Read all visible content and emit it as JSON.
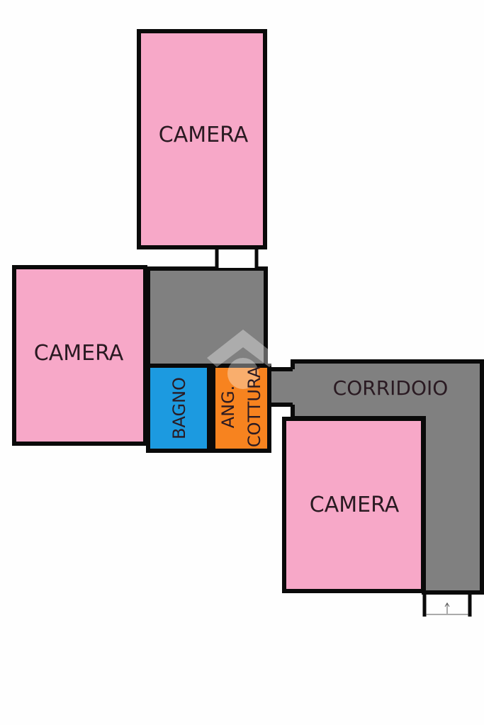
{
  "rooms": {
    "camera_top": {
      "label": "CAMERA",
      "color": "#f7a8c8"
    },
    "camera_left": {
      "label": "CAMERA",
      "color": "#f7a8c8"
    },
    "camera_bottom": {
      "label": "CAMERA",
      "color": "#f7a8c8"
    },
    "bagno": {
      "label": "BAGNO",
      "color": "#1c9ae0"
    },
    "ang_cottura": {
      "label_line1": "ANG.",
      "label_line2": "COTTURA",
      "color": "#f7831f"
    },
    "corridoio": {
      "label": "CORRIDOIO",
      "color": "#808080"
    },
    "living": {
      "color": "#808080"
    }
  },
  "wall_color": "#0a0a0a"
}
